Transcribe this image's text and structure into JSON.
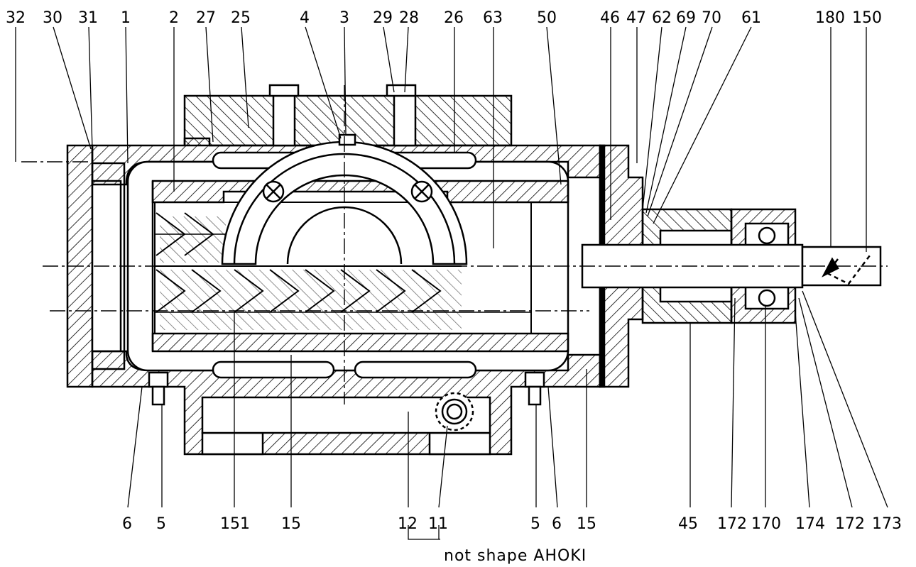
{
  "diagram": {
    "top_labels": [
      "32",
      "30",
      "31",
      "1",
      "2",
      "27",
      "25",
      "4",
      "3",
      "29",
      "28",
      "26",
      "63",
      "50",
      "46",
      "47",
      "62",
      "69",
      "70",
      "61",
      "180",
      "150"
    ],
    "bottom_labels": [
      "6",
      "5",
      "151",
      "15",
      "12",
      "11",
      "5",
      "6",
      "15",
      "45",
      "172",
      "170",
      "174",
      "172",
      "173"
    ],
    "note": "not shape AHOKI",
    "colors": {
      "ink": "#000000",
      "background": "#ffffff"
    }
  }
}
